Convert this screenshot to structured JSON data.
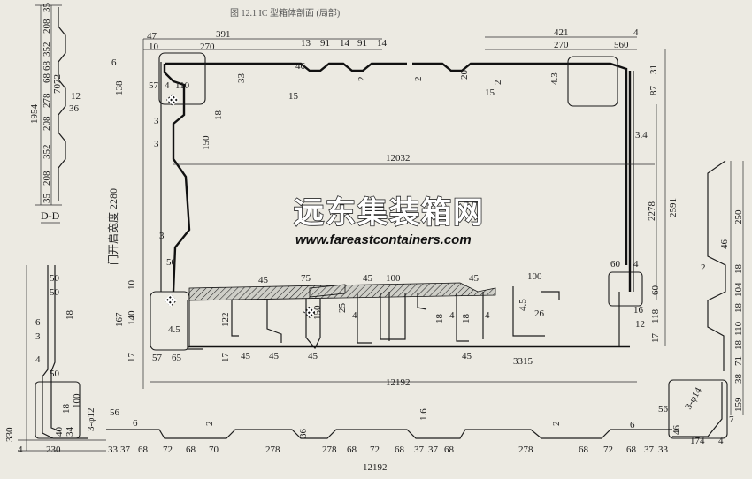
{
  "caption": "图 12.1  IC 型箱体剖面 (局部)",
  "watermark": {
    "cn": "远东集装箱网",
    "url": "www.fareastcontainers.com"
  },
  "section_label": "D-D",
  "door_label": "门开启宽度 2280",
  "left_strip_dims": [
    "35",
    "208",
    "352",
    "68",
    "68",
    "7072",
    "278",
    "208",
    "352",
    "208",
    "35",
    "1954",
    "12",
    "36"
  ],
  "top_dims": [
    "391",
    "47",
    "10",
    "270",
    "13",
    "91",
    "14",
    "91",
    "14",
    "421",
    "4",
    "270",
    "560",
    "6",
    "46",
    "15",
    "15",
    "20",
    "2",
    "2",
    "2",
    "4.3",
    "33",
    "138",
    "31",
    "87"
  ],
  "left_frame_dims": [
    "57",
    "4",
    "110",
    "18",
    "150",
    "3",
    "3",
    "3",
    "50",
    "10",
    "140",
    "167",
    "4.5",
    "17",
    "57",
    "65",
    "122",
    "17"
  ],
  "center_dims": [
    "12032",
    "3.4",
    "2278",
    "2591"
  ],
  "bottom_frame_dims": [
    "45",
    "75",
    "45",
    "100",
    "45",
    "100",
    "60",
    "4",
    "60",
    "45",
    "45",
    "150",
    "25",
    "4",
    "18",
    "4",
    "18",
    "4",
    "4.5",
    "26",
    "16",
    "12",
    "118",
    "17",
    "45",
    "45",
    "3315",
    "12192"
  ],
  "bottom_left_dims": [
    "50",
    "50",
    "18",
    "3",
    "6",
    "4",
    "50",
    "18",
    "100",
    "3-φ12",
    "56",
    "6",
    "40",
    "34",
    "330",
    "4",
    "230",
    "33",
    "37",
    "68",
    "72",
    "68",
    "70",
    "278",
    "36",
    "2",
    "278",
    "68",
    "72",
    "68",
    "37",
    "37",
    "68",
    "1.6",
    "2",
    "278",
    "68",
    "72",
    "68",
    "37",
    "33",
    "6",
    "56",
    "3-φ14",
    "46",
    "174",
    "4",
    "12192"
  ],
  "right_profile_dims": [
    "250",
    "46",
    "2",
    "18",
    "104",
    "18",
    "110",
    "18",
    "71",
    "38",
    "159",
    "7"
  ],
  "colors": {
    "paper": "#eceae2",
    "ink": "#1c1c1c"
  }
}
